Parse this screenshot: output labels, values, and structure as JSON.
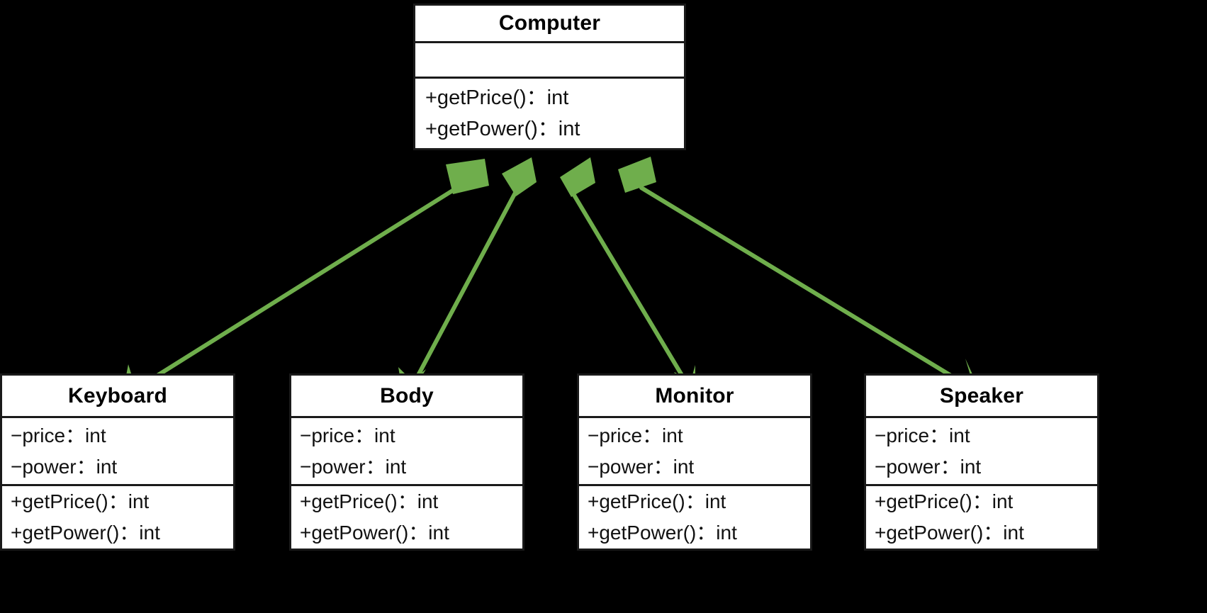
{
  "diagram": {
    "type": "uml-class-diagram",
    "relationship": "composition",
    "background_color": "#000000",
    "class_fill_color": "#ffffff",
    "class_border_color": "#1a1a1a",
    "connector_color": "#6FAE4C",
    "whole": {
      "name": "Computer",
      "attributes": [],
      "operations": [
        "+getPrice()：int",
        "+getPower()：int"
      ]
    },
    "parts": [
      {
        "name": "Keyboard",
        "attributes": [
          "−price：int",
          "−power：int"
        ],
        "operations": [
          "+getPrice()：int",
          "+getPower()：int"
        ]
      },
      {
        "name": "Body",
        "attributes": [
          "−price：int",
          "−power：int"
        ],
        "operations": [
          "+getPrice()：int",
          "+getPower()：int"
        ]
      },
      {
        "name": "Monitor",
        "attributes": [
          "−price：int",
          "−power：int"
        ],
        "operations": [
          "+getPrice()：int",
          "+getPower()：int"
        ]
      },
      {
        "name": "Speaker",
        "attributes": [
          "−price：int",
          "−power：int"
        ],
        "operations": [
          "+getPrice()：int",
          "+getPower()：int"
        ]
      }
    ],
    "connectors": [
      {
        "from": "Computer",
        "to": "Keyboard",
        "kind": "composition",
        "source_marker": "filled-diamond",
        "target_marker": "arrowhead"
      },
      {
        "from": "Computer",
        "to": "Body",
        "kind": "composition",
        "source_marker": "filled-diamond",
        "target_marker": "arrowhead"
      },
      {
        "from": "Computer",
        "to": "Monitor",
        "kind": "composition",
        "source_marker": "filled-diamond",
        "target_marker": "arrowhead"
      },
      {
        "from": "Computer",
        "to": "Speaker",
        "kind": "composition",
        "source_marker": "filled-diamond",
        "target_marker": "arrowhead"
      }
    ]
  }
}
